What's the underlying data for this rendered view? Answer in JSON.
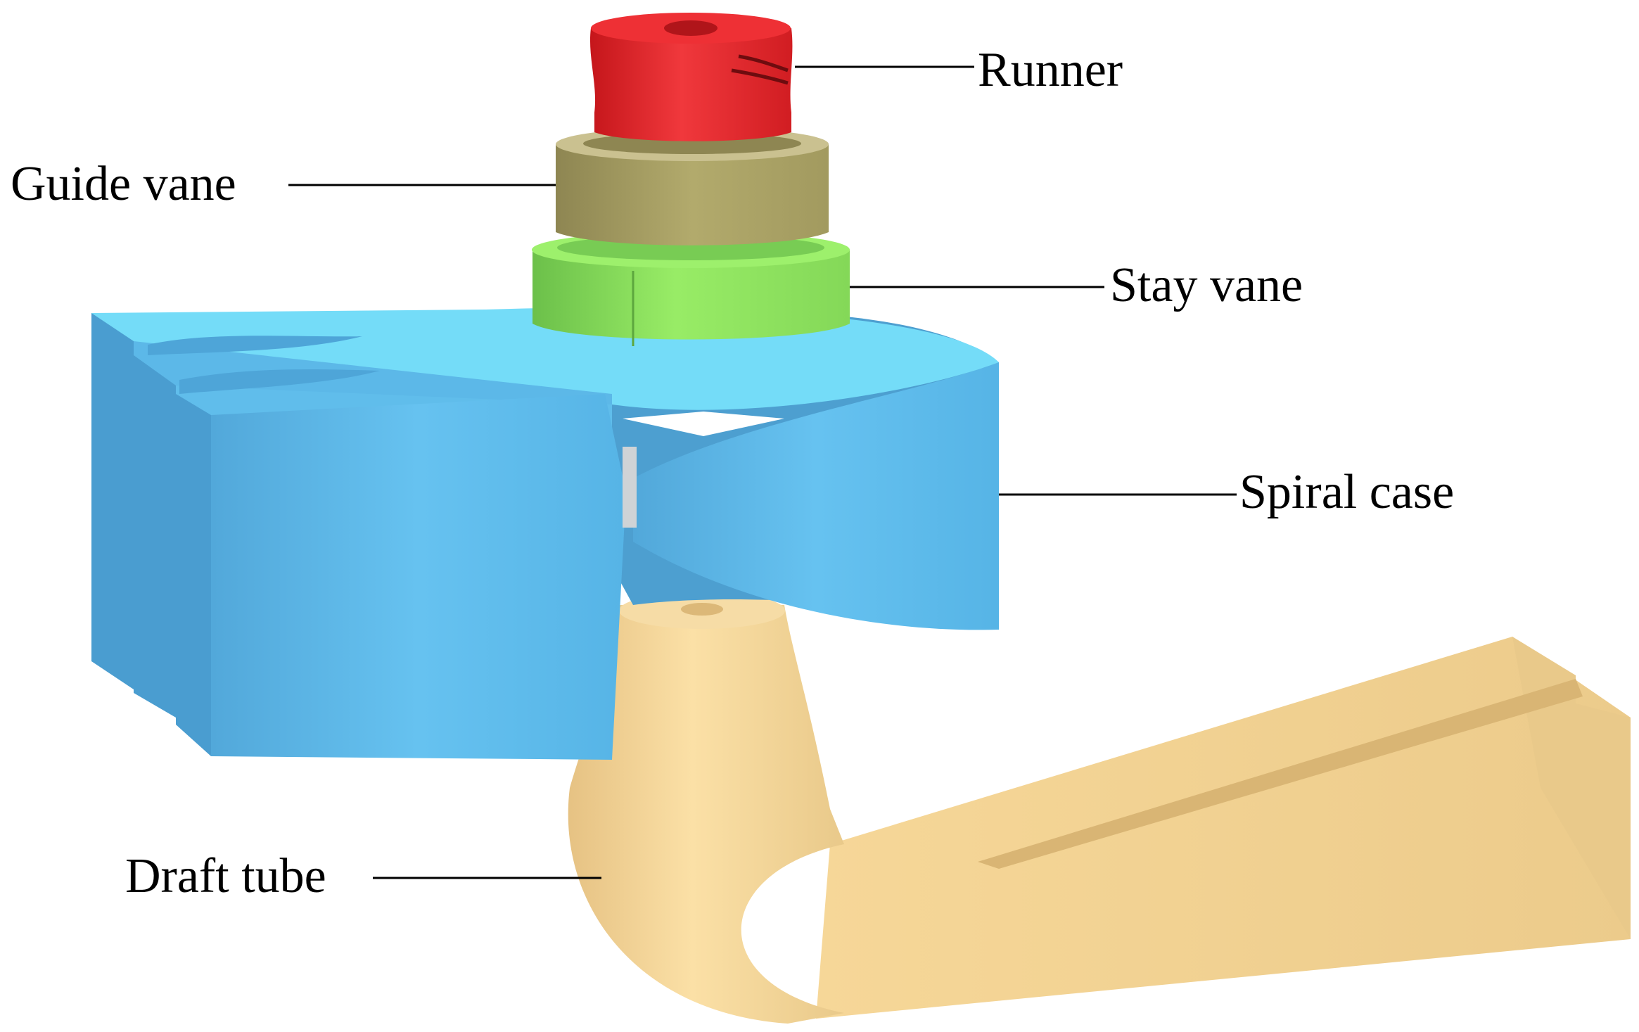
{
  "labels": {
    "runner": "Runner",
    "guide_vane": "Guide vane",
    "stay_vane": "Stay vane",
    "spiral_case": "Spiral case",
    "draft_tube": "Draft tube"
  },
  "colors": {
    "runner": "#e8262b",
    "guide_vane": "#b1a86a",
    "stay_vane": "#8fe460",
    "spiral_case": "#5cb8e8",
    "draft_tube": "#f3d28f"
  }
}
